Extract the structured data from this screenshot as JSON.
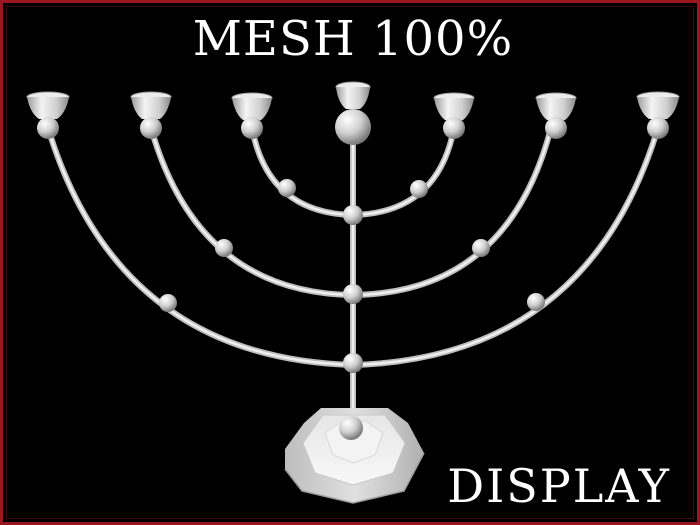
{
  "header": {
    "title": "MESH 100%"
  },
  "footer": {
    "label": "DISPLAY"
  },
  "colors": {
    "frame": "#9b1620",
    "background": "#000000",
    "metal_light": "#f2f2f2",
    "metal_mid": "#cfcfcf",
    "metal_dark": "#8a8a8a"
  },
  "object": {
    "name": "menorah",
    "branches": 7
  }
}
